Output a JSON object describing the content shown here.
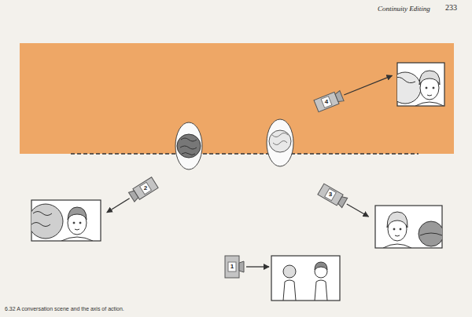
{
  "diagram": {
    "caption": "6.32 A conversation scene and the axis of action.",
    "labels": [
      "Continuity Editing",
      "233",
      "4",
      "2",
      "3",
      "1"
    ]
  }
}
